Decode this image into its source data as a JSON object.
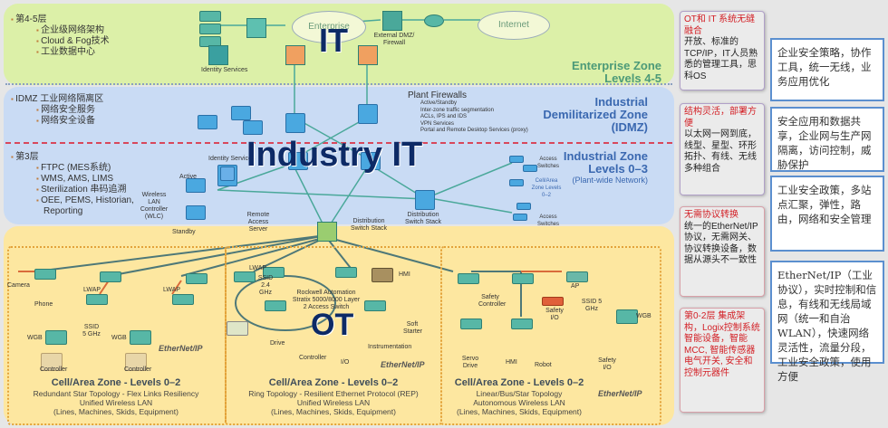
{
  "diagram": {
    "big_labels": {
      "it": "IT",
      "industry_it": "Industry IT",
      "ot": "OT"
    },
    "enterprise": {
      "bullets": {
        "head": "第4-5层",
        "items": [
          "企业级网络架构",
          "Cloud & Fog技术",
          "工业数据中心"
        ]
      },
      "zone_label": [
        "Enterprise Zone",
        "Levels 4-5"
      ],
      "clouds": {
        "enterprise": "Enterprise",
        "internet": "Internet"
      },
      "device_labels": {
        "identity": "Identity Services",
        "dmz": "External DMZ/ Firewall"
      }
    },
    "idmz": {
      "bullets": {
        "head": "IDMZ 工业网络隔离区",
        "items": [
          "网络安全服务",
          "网络安全设备"
        ]
      },
      "firewalls": {
        "title": "Plant Firewalls",
        "items": [
          "Active/Standby",
          "Inter-zone traffic segmentation",
          "ACLs, IPS and IDS",
          "VPN Services",
          "Portal and Remote Desktop Services (proxy)"
        ]
      },
      "zone_label": [
        "Industrial",
        "Demilitarized Zone",
        "(IDMZ)"
      ]
    },
    "industrial": {
      "bullets": {
        "head": "第3层",
        "items": [
          "FTPC (MES系统)",
          "WMS, AMS, LIMS",
          "Sterilization 串码追溯",
          "OEE, PEMS, Historian,",
          "Reporting"
        ]
      },
      "zone_label": [
        "Industrial Zone",
        "Levels 0–3",
        "(Plant-wide Network)"
      ],
      "device_labels": {
        "identity": "Identity Services",
        "active": "Active",
        "standby": "Standby",
        "wlc": "Wireless LAN Controller (WLC)",
        "remote": "Remote Access Server",
        "dist1": "Distribution Switch Stack",
        "dist2": "Distribution Switch Stack",
        "access1": "Access Switches",
        "access2": "Access Switches",
        "cellzone": "Cell/Area Zone Levels 0–2"
      }
    },
    "cells": [
      {
        "title": "Cell/Area Zone - Levels 0–2",
        "lines": [
          "Redundant Star Topology - Flex Links Resiliency",
          "Unified Wireless LAN",
          "(Lines, Machines, Skids, Equipment)"
        ],
        "eip": "EtherNet/IP",
        "labels": [
          "Camera",
          "Phone",
          "LWAP",
          "LWAP",
          "SSID 5 GHz",
          "WGB",
          "WGB",
          "Controller",
          "Controller"
        ]
      },
      {
        "title": "Cell/Area Zone - Levels 0–2",
        "lines": [
          "Ring Topology - Resilient Ethernet Protocol (REP)",
          "Unified Wireless LAN",
          "(Lines, Machines, Skids, Equipment)"
        ],
        "eip": "EtherNet/IP",
        "labels": [
          "LWAP",
          "SSID 2.4 GHz",
          "Rockwell Automation Stratix 5000/8000 Layer 2 Access Switch",
          "HMI",
          "Soft Starter",
          "Instrumentation",
          "Drive",
          "Controller",
          "I/O"
        ]
      },
      {
        "title": "Cell/Area Zone - Levels 0–2",
        "lines": [
          "Linear/Bus/Star Topology",
          "Autonomous Wireless LAN",
          "(Lines, Machines, Skids, Equipment)"
        ],
        "eip": "EtherNet/IP",
        "labels": [
          "Safety Controller",
          "Safety I/O",
          "AP",
          "SSID 5 GHz",
          "WGB",
          "Servo Drive",
          "HMI",
          "Robot",
          "Safety I/O"
        ]
      }
    ]
  },
  "callouts": [
    {
      "head": "OT和 IT 系统无缝融合",
      "body": "开放、标准的TCP/IP，IT人员熟悉的管理工具，思科OS"
    },
    {
      "head": "结构灵活，部署方便",
      "body": "以太网一网到底，线型、星型、环形拓扑、有线、无线多种组合"
    },
    {
      "head": "无需协议转换",
      "body": "统一的EtherNet/IP 协议，无需网关、协议转换设备，数据从源头不一致性"
    },
    {
      "head": "第0-2层 集成架构，Logix控制系统 智能设备，智能MCC, 智能传感器 电气开关, 安全和控制元器件",
      "body": ""
    }
  ],
  "notes": [
    "企业安全策略，协作工具，统一无线，业务应用优化",
    "安全应用和数据共享，企业网与生产网隔离，访问控制，威胁保护",
    "工业安全政策，多站点汇聚，弹性，路由，网络和安全管理",
    "EtherNet/IP（工业协议），实时控制和信息，有线和无线局域网（统一和自治WLAN），快速网络灵活性，流量分段，工业安全政策，使用方便"
  ],
  "colors": {
    "enterprise_zone": "#dcf0a8",
    "idmz_zone": "#c9dbf4",
    "ot_zone": "#fde7a0",
    "callout_red": "#d32026",
    "note_border": "#5b8fcf",
    "zone_label_green": "#4c9a78",
    "zone_label_blue": "#3a68b0"
  }
}
